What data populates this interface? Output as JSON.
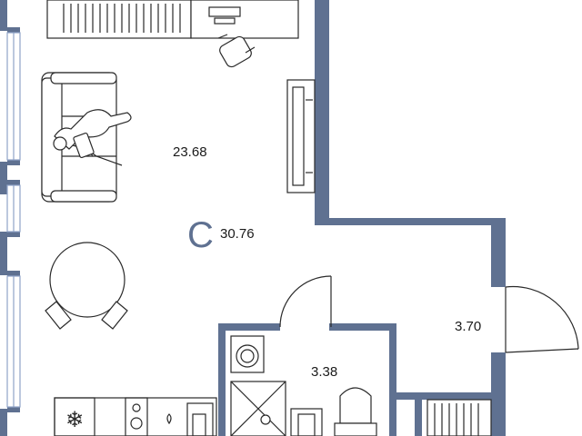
{
  "plan": {
    "wall_color": "#5f7191",
    "window_color": "#8fa3c7",
    "studio_marker": "C",
    "total_area": "30.76",
    "rooms": [
      {
        "id": "living",
        "area": "23.68"
      },
      {
        "id": "hall",
        "area": "3.70"
      },
      {
        "id": "bathroom",
        "area": "3.38"
      }
    ],
    "icons": [
      "sofa-icon",
      "person-icon",
      "tv-icon",
      "dining-table-icon",
      "chair-icon",
      "radiator-icon",
      "desk-icon",
      "office-chair-icon",
      "fridge-icon",
      "stove-icon",
      "sink-icon",
      "washing-machine-icon",
      "shower-icon",
      "toilet-icon",
      "door-arc-icon"
    ]
  }
}
